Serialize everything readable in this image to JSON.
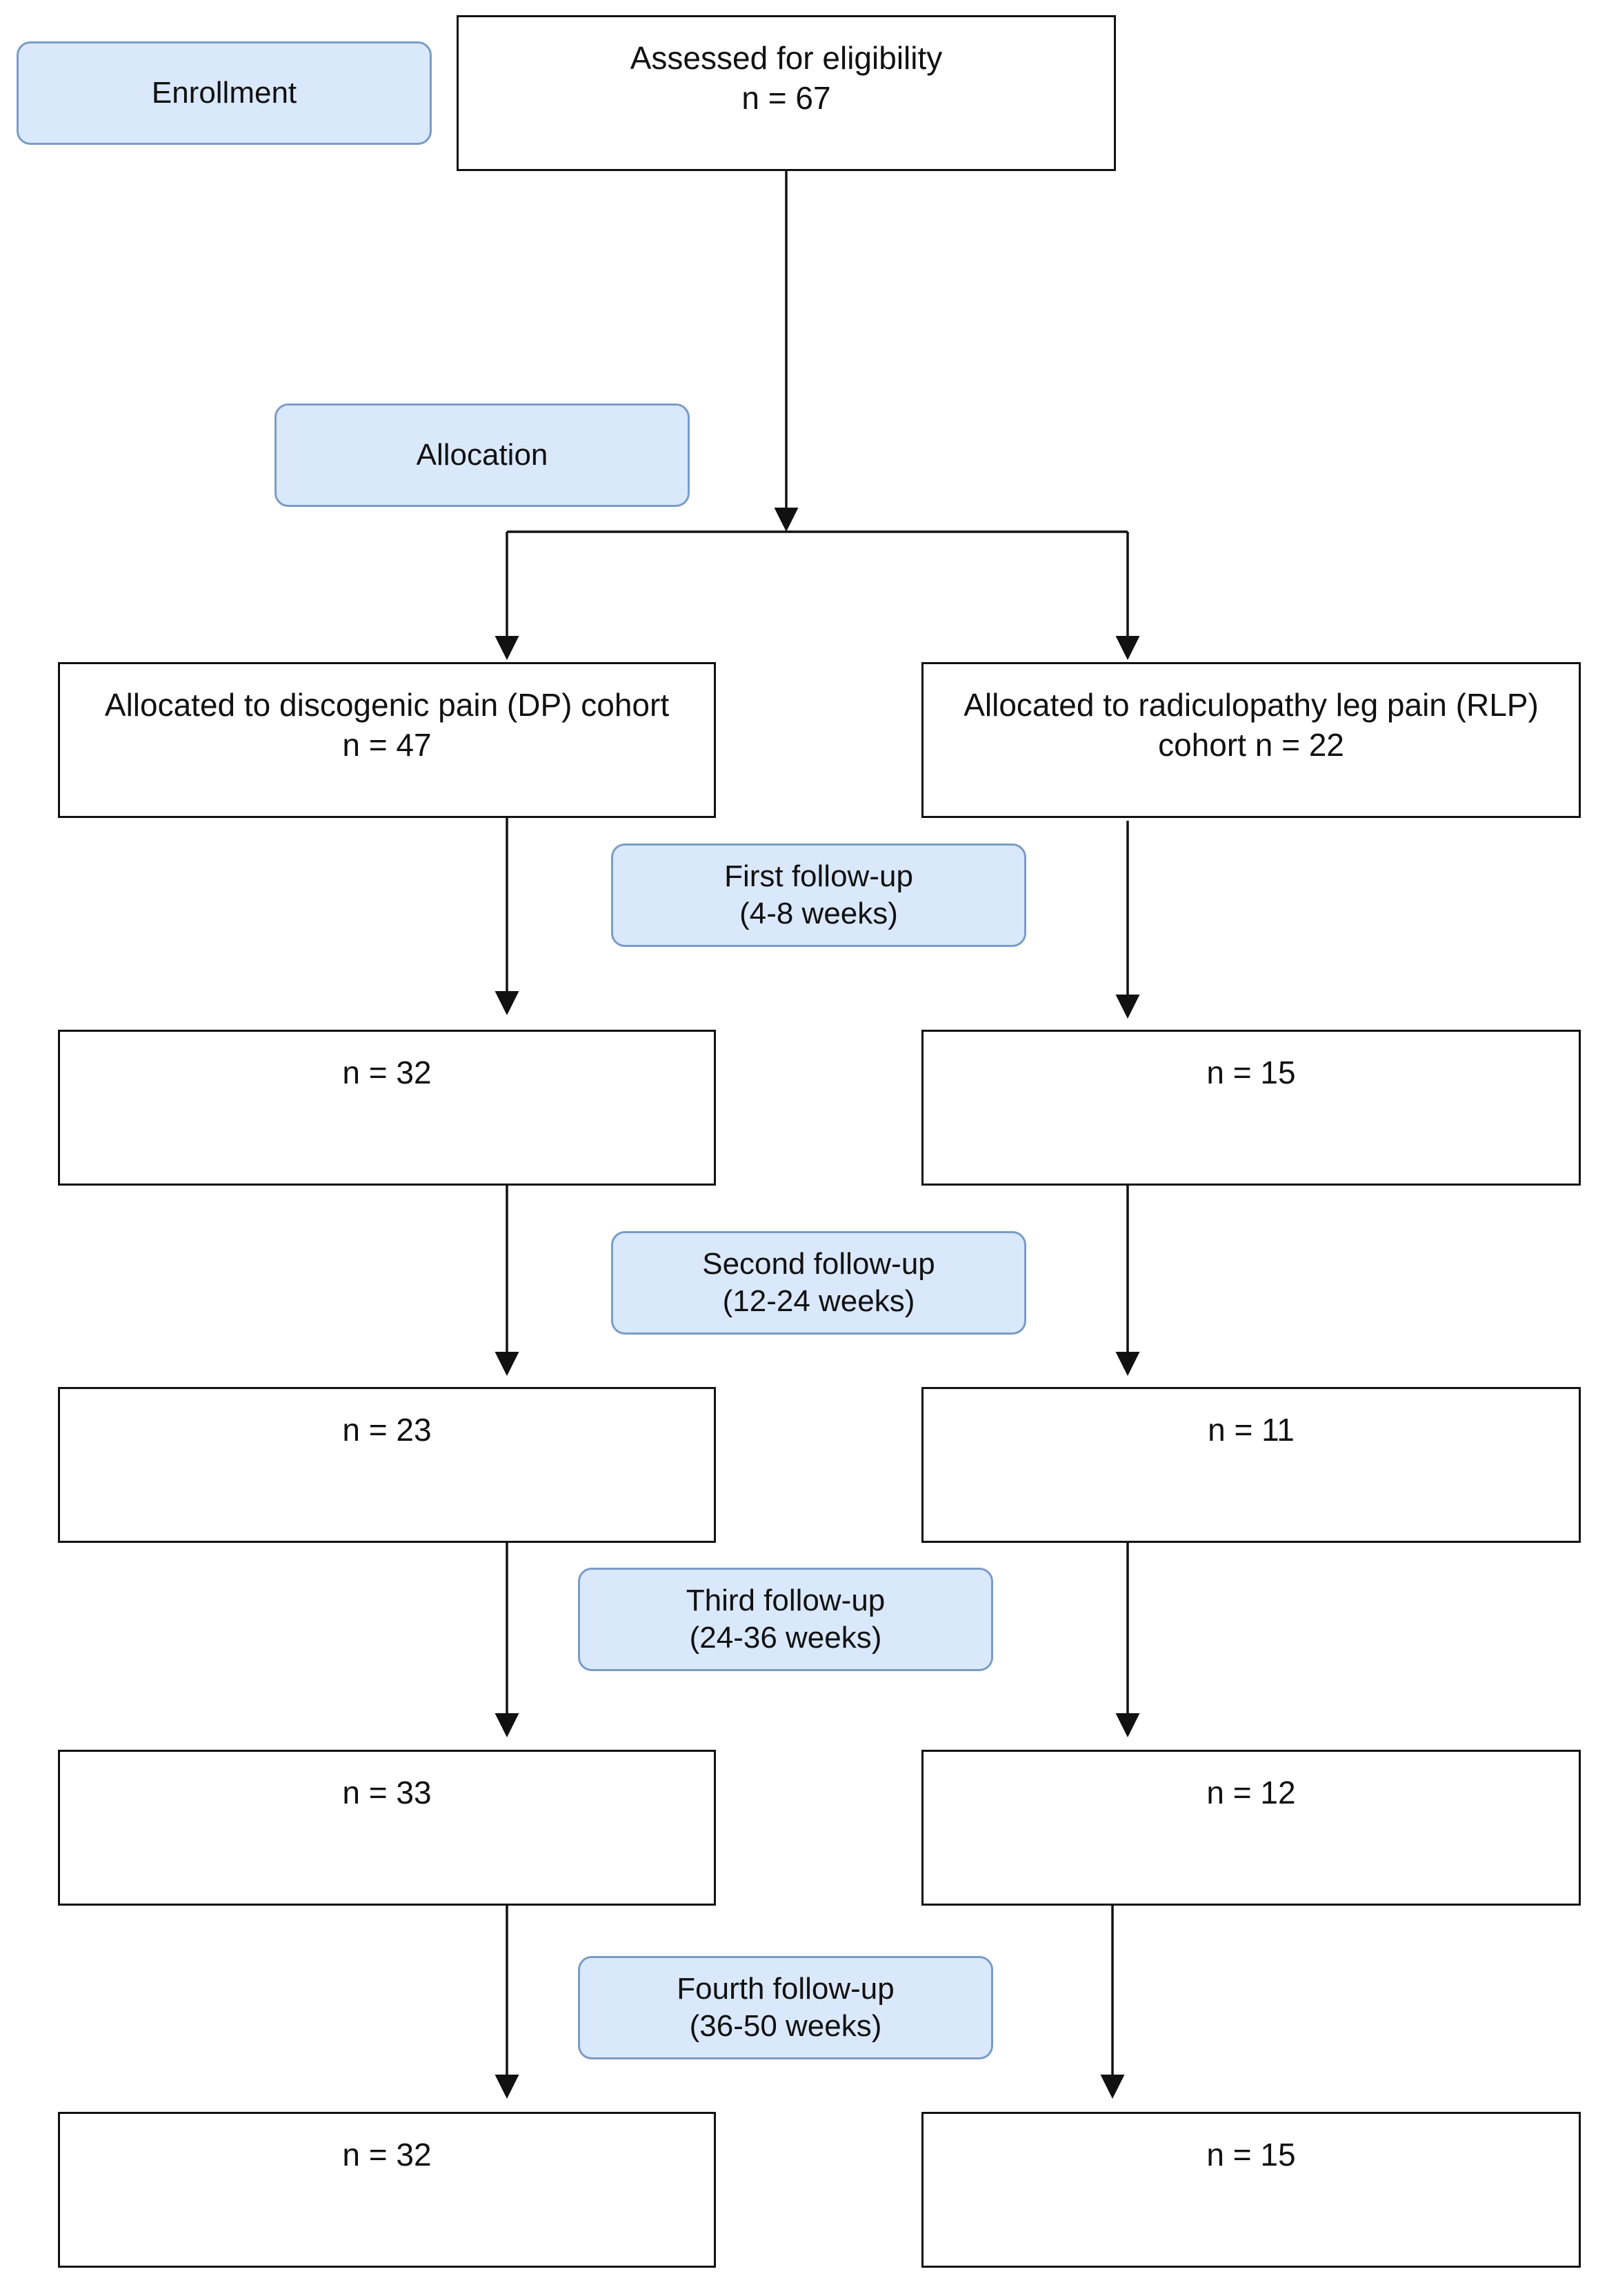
{
  "stage_labels": {
    "enrollment": "Enrollment",
    "allocation": "Allocation",
    "first": [
      "First follow-up",
      "(4-8 weeks)"
    ],
    "second": [
      "Second follow-up",
      "(12-24 weeks)"
    ],
    "third": [
      "Third follow-up",
      "(24-36 weeks)"
    ],
    "fourth": [
      "Fourth follow-up",
      "(36-50 weeks)"
    ]
  },
  "assessed": [
    "Assessed for eligibility",
    "n = 67"
  ],
  "dp_cohort": [
    "Allocated to discogenic pain (DP) cohort",
    "n = 47"
  ],
  "rlp_cohort": [
    "Allocated to radiculopathy leg pain (RLP)",
    "cohort n = 22"
  ],
  "dp_followups": [
    "n = 32",
    "n = 23",
    "n = 33",
    "n = 32"
  ],
  "rlp_followups": [
    "n = 15",
    "n = 11",
    "n = 12",
    "n = 15"
  ],
  "colors": {
    "label_fill": "#dae8fc",
    "label_border": "#7a9cc6",
    "line": "#111111"
  }
}
